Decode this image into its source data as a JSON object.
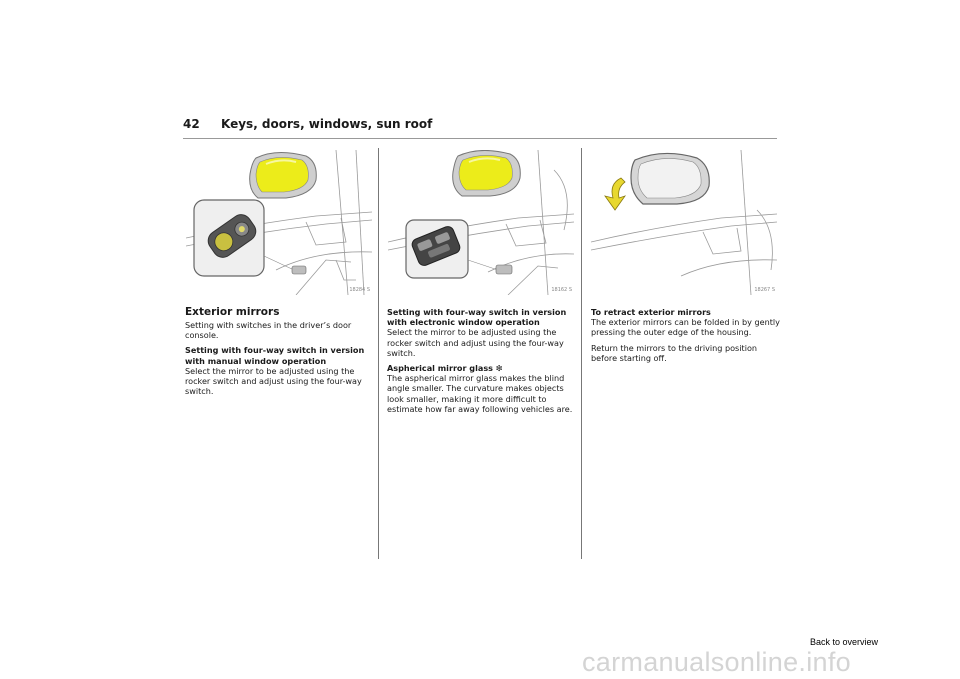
{
  "header": {
    "page_number": "42",
    "title": "Keys, doors, windows, sun roof"
  },
  "figures": [
    {
      "code": "18284 S"
    },
    {
      "code": "18162 S"
    },
    {
      "code": "18267 S"
    }
  ],
  "col1": {
    "heading": "Exterior mirrors",
    "intro": "Setting with switches in the driver’s door console.",
    "subheading": "Setting with four-way switch in version with manual window operation",
    "body": "Select the mirror to be adjusted using the rocker switch and adjust using the four-way switch."
  },
  "col2": {
    "subheading1": "Setting with four-way switch in version with electronic window operation",
    "body1": "Select the mirror to be adjusted using the rocker switch and adjust using the four-way switch.",
    "subheading2": "Aspherical mirror glass ❇",
    "body2": "The aspherical mirror glass makes the blind angle smaller. The curvature makes objects look smaller, making it more difficult to estimate how far away following vehicles are."
  },
  "col3": {
    "subheading": "To retract exterior mirrors",
    "body1": "The exterior mirrors can be folded in by gently pressing the outer edge of the housing.",
    "body2": "Return the mirrors to the driving position before starting off."
  },
  "footer": {
    "back_link": "Back to overview",
    "watermark": "carmanualsonline.info"
  },
  "colors": {
    "mirror_glass_yellow": "#ecec1a",
    "arrow_yellow": "#e8d830",
    "line_art": "#9a9a9a"
  }
}
